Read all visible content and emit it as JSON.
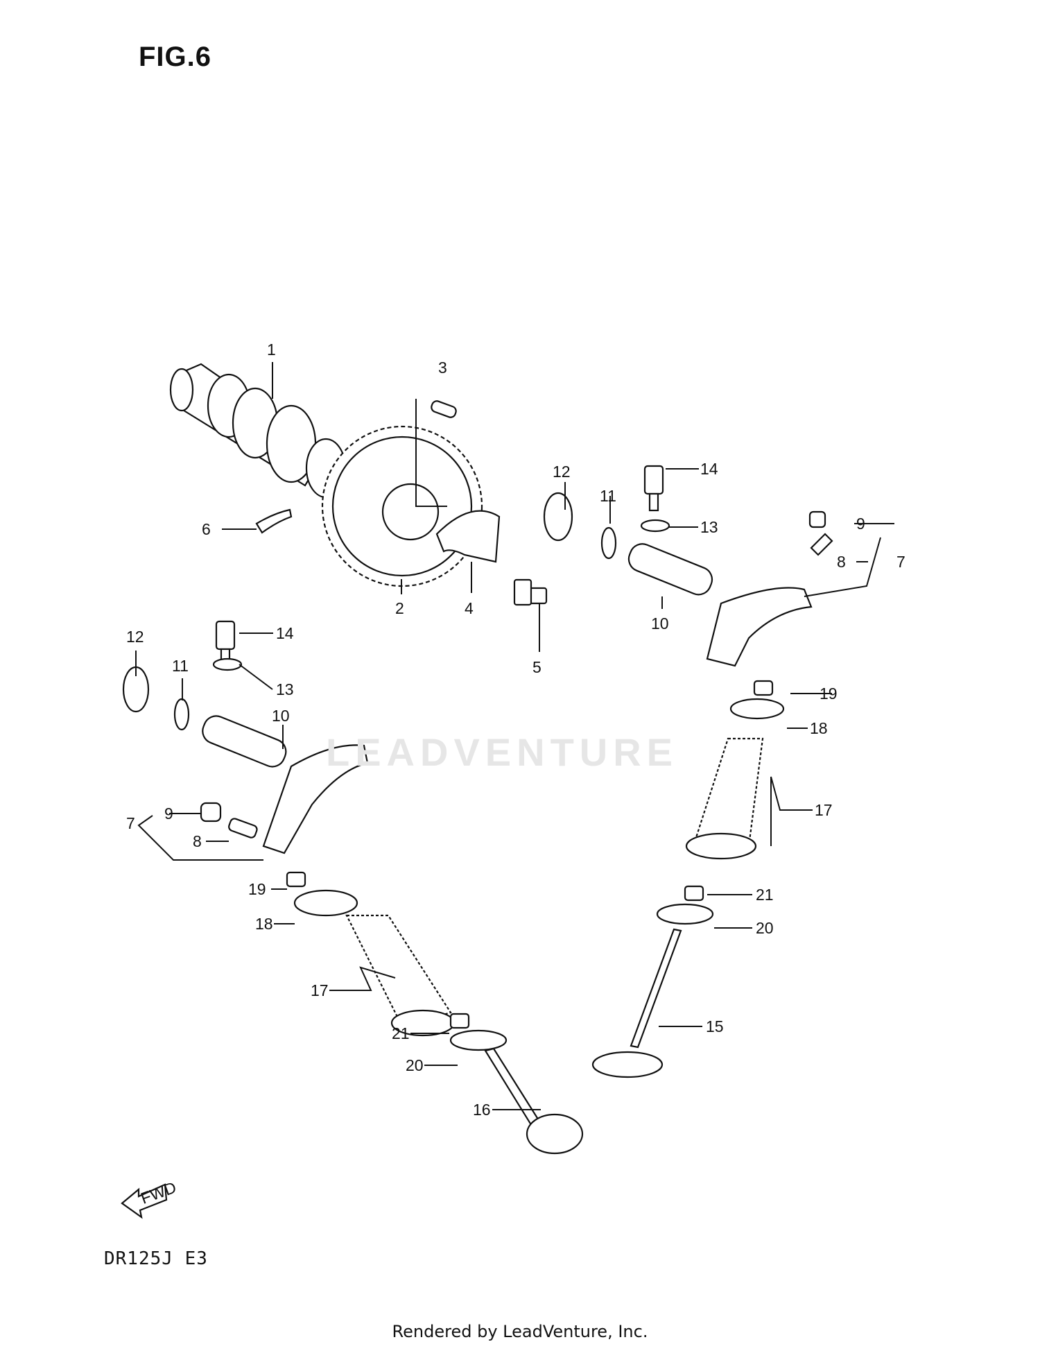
{
  "figure_title": "FIG.6",
  "model_code": "DR125J  E3",
  "footer": "Rendered by LeadVenture, Inc.",
  "watermark": "LEADVENTURE",
  "callouts": [
    {
      "id": "c1",
      "label": "1"
    },
    {
      "id": "c2",
      "label": "2"
    },
    {
      "id": "c3",
      "label": "3"
    },
    {
      "id": "c4",
      "label": "4"
    },
    {
      "id": "c5",
      "label": "5"
    },
    {
      "id": "c6",
      "label": "6"
    },
    {
      "id": "c7r",
      "label": "7"
    },
    {
      "id": "c8r",
      "label": "8"
    },
    {
      "id": "c9r",
      "label": "9"
    },
    {
      "id": "c10r",
      "label": "10"
    },
    {
      "id": "c11r",
      "label": "11"
    },
    {
      "id": "c12r",
      "label": "12"
    },
    {
      "id": "c13r",
      "label": "13"
    },
    {
      "id": "c14r",
      "label": "14"
    },
    {
      "id": "c12l",
      "label": "12"
    },
    {
      "id": "c11l",
      "label": "11"
    },
    {
      "id": "c14l",
      "label": "14"
    },
    {
      "id": "c13l",
      "label": "13"
    },
    {
      "id": "c10l",
      "label": "10"
    },
    {
      "id": "c9l",
      "label": "9"
    },
    {
      "id": "c7l",
      "label": "7"
    },
    {
      "id": "c8l",
      "label": "8"
    },
    {
      "id": "c19r",
      "label": "19"
    },
    {
      "id": "c18r",
      "label": "18"
    },
    {
      "id": "c17r",
      "label": "17"
    },
    {
      "id": "c21r",
      "label": "21"
    },
    {
      "id": "c20r",
      "label": "20"
    },
    {
      "id": "c15",
      "label": "15"
    },
    {
      "id": "c19l",
      "label": "19"
    },
    {
      "id": "c18l",
      "label": "18"
    },
    {
      "id": "c17l",
      "label": "17"
    },
    {
      "id": "c21l",
      "label": "21"
    },
    {
      "id": "c20l",
      "label": "20"
    },
    {
      "id": "c16",
      "label": "16"
    }
  ],
  "fwd_arrow_label": "FWD"
}
